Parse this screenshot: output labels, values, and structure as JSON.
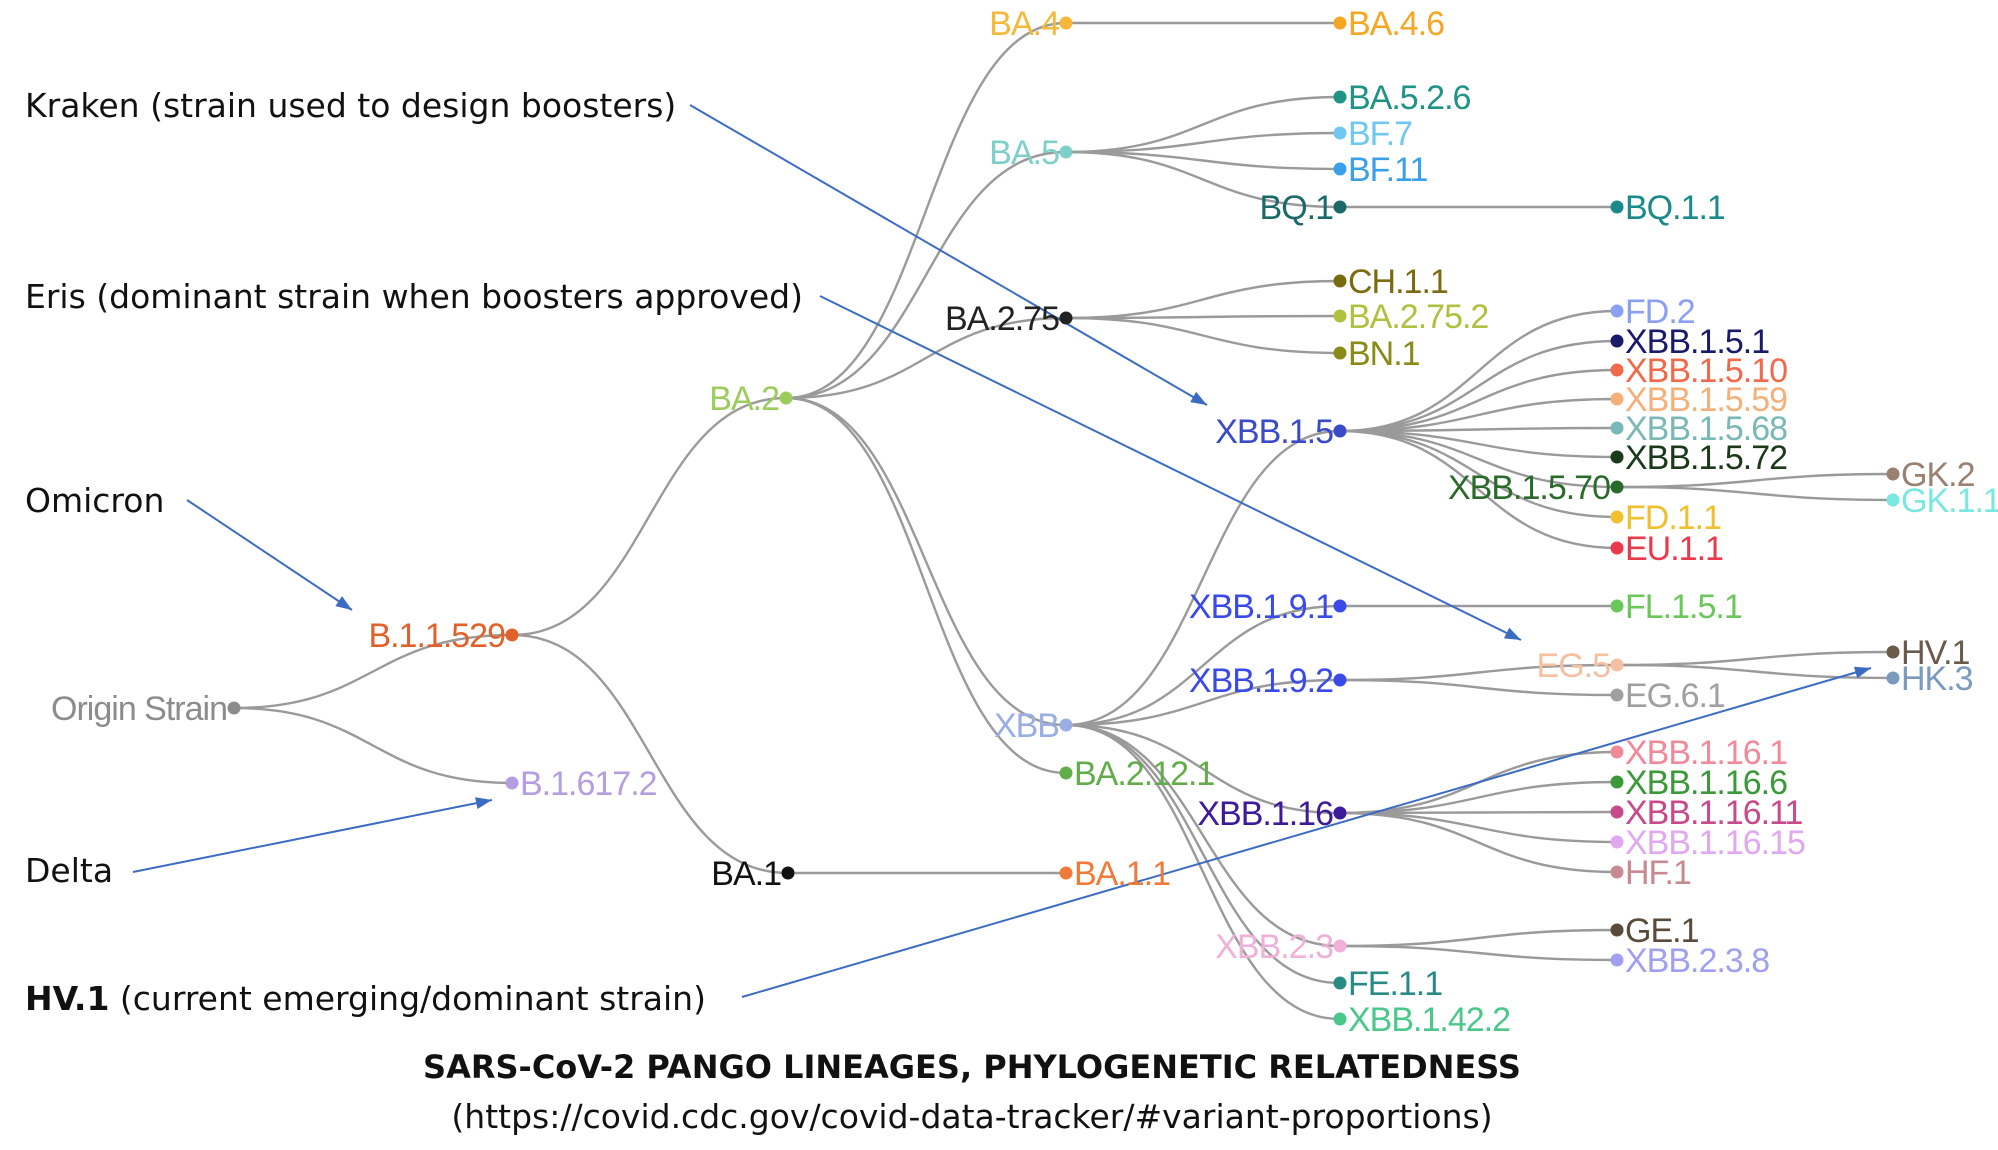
{
  "colors": {
    "edge": "#9a9a9a",
    "arrow": "#3c6cc2",
    "text": "#111111"
  },
  "nodes": {
    "origin": {
      "label": "Origin Strain",
      "color": "#8c8c8c"
    },
    "b11529": {
      "label": "B.1.1.529",
      "color": "#e0622a"
    },
    "b16172": {
      "label": "B.1.617.2",
      "color": "#b49ee0"
    },
    "ba2": {
      "label": "BA.2",
      "color": "#9ccc5c"
    },
    "ba1": {
      "label": "BA.1",
      "color": "#111111"
    },
    "ba4": {
      "label": "BA.4",
      "color": "#f5b93a"
    },
    "ba5": {
      "label": "BA.5",
      "color": "#7ecfca"
    },
    "ba275": {
      "label": "BA.2.75",
      "color": "#222222"
    },
    "xbb": {
      "label": "XBB",
      "color": "#9aaee6"
    },
    "ba2121": {
      "label": "BA.2.12.1",
      "color": "#62ad4a"
    },
    "ba11": {
      "label": "BA.1.1",
      "color": "#f07a3a"
    },
    "ba46": {
      "label": "BA.4.6",
      "color": "#f5a623"
    },
    "ba526": {
      "label": "BA.5.2.6",
      "color": "#1e9386"
    },
    "bf7": {
      "label": "BF.7",
      "color": "#70c8f0"
    },
    "bf11": {
      "label": "BF.11",
      "color": "#3aa0e8"
    },
    "bq1": {
      "label": "BQ.1",
      "color": "#1a6a6a"
    },
    "bq11": {
      "label": "BQ.1.1",
      "color": "#1a8a8a"
    },
    "ch11": {
      "label": "CH.1.1",
      "color": "#7a6a10"
    },
    "ba2752": {
      "label": "BA.2.75.2",
      "color": "#b0c040"
    },
    "bn1": {
      "label": "BN.1",
      "color": "#8a8a16"
    },
    "xbb15": {
      "label": "XBB.1.5",
      "color": "#3a4ac8"
    },
    "xbb191": {
      "label": "XBB.1.9.1",
      "color": "#3a4ae8"
    },
    "xbb192": {
      "label": "XBB.1.9.2",
      "color": "#3a4ae8"
    },
    "xbb116": {
      "label": "XBB.1.16",
      "color": "#3c1a9a"
    },
    "xbb23": {
      "label": "XBB.2.3",
      "color": "#f0b0d8"
    },
    "fe11": {
      "label": "FE.1.1",
      "color": "#2a8a86"
    },
    "xbb1422": {
      "label": "XBB.1.42.2",
      "color": "#4ac88a"
    },
    "fd2": {
      "label": "FD.2",
      "color": "#8aa0f0"
    },
    "xbb151": {
      "label": "XBB.1.5.1",
      "color": "#1a1a6a"
    },
    "xbb1510": {
      "label": "XBB.1.5.10",
      "color": "#f06a4a"
    },
    "xbb1559": {
      "label": "XBB.1.5.59",
      "color": "#f5b07a"
    },
    "xbb1568": {
      "label": "XBB.1.5.68",
      "color": "#7ab8b8"
    },
    "xbb1572": {
      "label": "XBB.1.5.72",
      "color": "#1a3a1a"
    },
    "xbb1570": {
      "label": "XBB.1.5.70",
      "color": "#2a6a2a"
    },
    "fd11": {
      "label": "FD.1.1",
      "color": "#f0c030"
    },
    "eu11": {
      "label": "EU.1.1",
      "color": "#e83a4a"
    },
    "gk2": {
      "label": "GK.2",
      "color": "#9a8070"
    },
    "gk11": {
      "label": "GK.1.1",
      "color": "#7ae8e0"
    },
    "fl151": {
      "label": "FL.1.5.1",
      "color": "#6ac85a"
    },
    "eg5": {
      "label": "EG.5",
      "color": "#f5c0a0"
    },
    "eg61": {
      "label": "EG.6.1",
      "color": "#a0a0a0"
    },
    "hv1": {
      "label": "HV.1",
      "color": "#6a5a4a"
    },
    "hk3": {
      "label": "HK.3",
      "color": "#7a9ac0"
    },
    "xbb1161": {
      "label": "XBB.1.16.1",
      "color": "#f08a9a"
    },
    "xbb1166": {
      "label": "XBB.1.16.6",
      "color": "#3a9a3a"
    },
    "xbb11611": {
      "label": "XBB.1.16.11",
      "color": "#c84a8a"
    },
    "xbb11615": {
      "label": "XBB.1.16.15",
      "color": "#e0a8f0"
    },
    "hf1": {
      "label": "HF.1",
      "color": "#c88a90"
    },
    "ge1": {
      "label": "GE.1",
      "color": "#5a4a3a"
    },
    "xbb238": {
      "label": "XBB.2.3.8",
      "color": "#a0a0f0"
    }
  },
  "annotations": {
    "kraken": "Kraken (strain used to design boosters)",
    "eris": "Eris (dominant strain when boosters approved)",
    "omicron": "Omicron",
    "delta": "Delta",
    "hv1_bold": "HV.1",
    "hv1_rest": " (current emerging/dominant strain)"
  },
  "caption": {
    "title": "SARS-CoV-2 PANGO LINEAGES, PHYLOGENETIC RELATEDNESS",
    "url": "(https://covid.cdc.gov/covid-data-tracker/#variant-proportions)"
  }
}
